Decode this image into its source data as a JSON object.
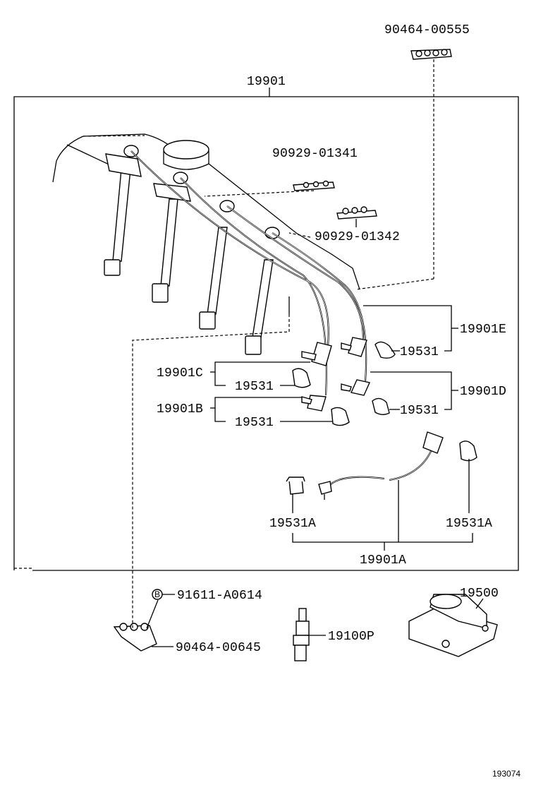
{
  "labels": {
    "clamp_top": "90464-00555",
    "wire_set": "19901",
    "clamp_a": "90929-01341",
    "clamp_b": "90929-01342",
    "cord_e": "19901E",
    "boot_e": "19531",
    "cord_c": "19901C",
    "boot_c": "19531",
    "cord_d": "19901D",
    "boot_d": "19531",
    "cord_b": "19901B",
    "boot_b": "19531",
    "boot_a_left": "19531A",
    "boot_a_right": "19531A",
    "cord_a": "19901A",
    "bolt_marker": "B",
    "bolt": "91611-A0614",
    "clamp_bottom": "90464-00645",
    "spark_plug": "19100P",
    "coil": "19500",
    "figure_number": "193074"
  }
}
